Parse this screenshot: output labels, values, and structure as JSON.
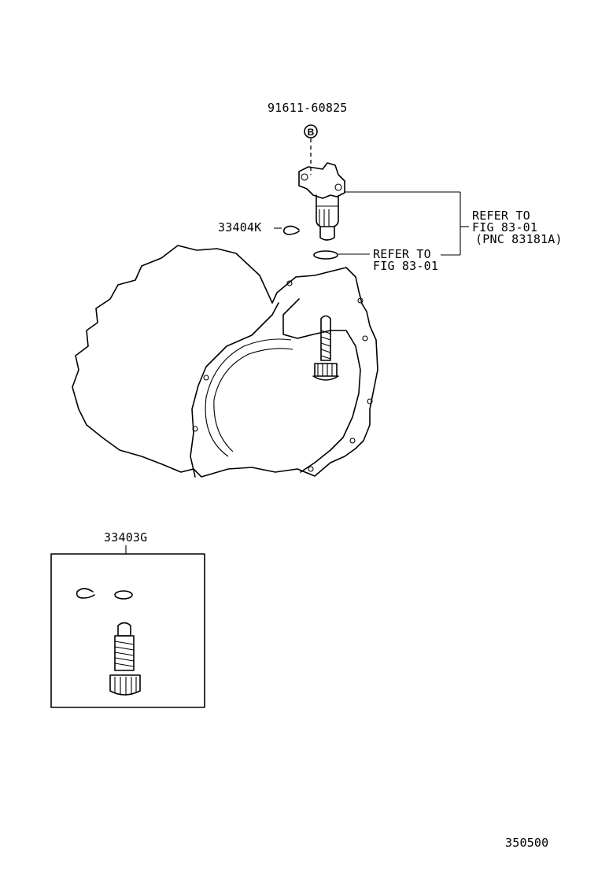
{
  "parts": {
    "bolt_part_no": "91611-60825",
    "bolt_marker": "B",
    "clip_part_no": "33404K",
    "kit_part_no": "33403G"
  },
  "refs": {
    "upper": {
      "line1": "REFER TO",
      "line2": "FIG 83-01",
      "line3": "(PNC 83181A)"
    },
    "lower": {
      "line1": "REFER TO",
      "line2": "FIG 83-01"
    }
  },
  "figure_id": "350500"
}
